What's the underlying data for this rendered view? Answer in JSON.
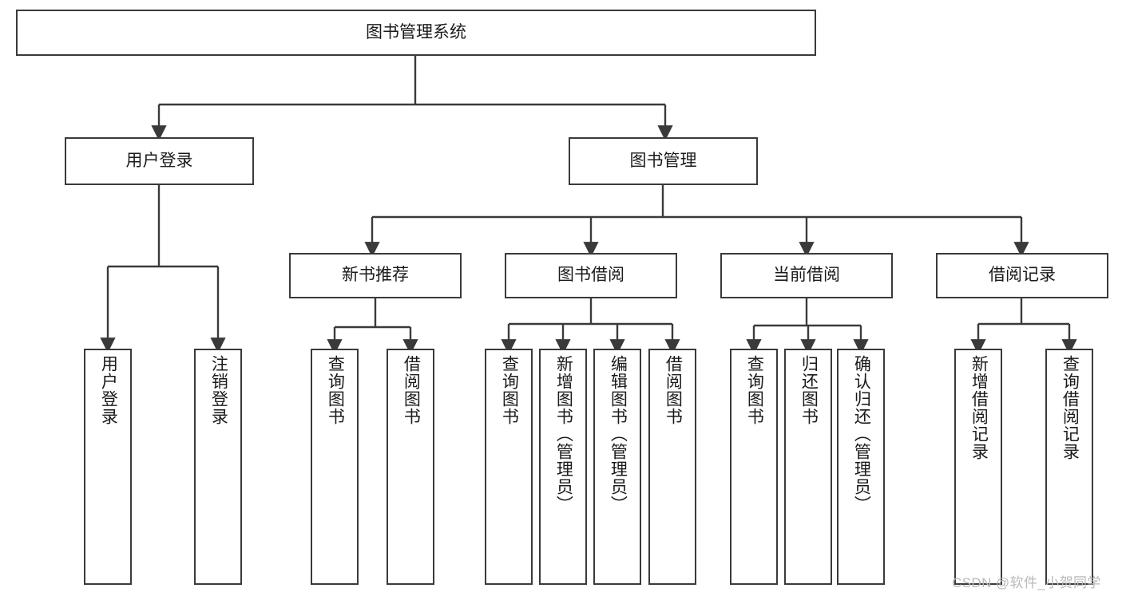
{
  "diagram": {
    "title": "图书管理系统",
    "type": "hierarchy-tree",
    "stroke_color": "#3a3a3a",
    "fill_color": "#ffffff",
    "text_color": "#1a1a1a"
  },
  "root": {
    "label": "图书管理系统"
  },
  "level1": [
    {
      "label": "用户登录"
    },
    {
      "label": "图书管理"
    }
  ],
  "level2": [
    {
      "label": "新书推荐"
    },
    {
      "label": "图书借阅"
    },
    {
      "label": "当前借阅"
    },
    {
      "label": "借阅记录"
    }
  ],
  "leaves": {
    "user_login": [
      {
        "label": "用户登录"
      },
      {
        "label": "注销登录"
      }
    ],
    "new_book_recommend": [
      {
        "label": "查询图书"
      },
      {
        "label": "借阅图书"
      }
    ],
    "book_borrow": [
      {
        "label": "查询图书"
      },
      {
        "label": "新增图书（管理员）"
      },
      {
        "label": "编辑图书（管理员）"
      },
      {
        "label": "借阅图书"
      }
    ],
    "current_borrow": [
      {
        "label": "查询图书"
      },
      {
        "label": "归还图书"
      },
      {
        "label": "确认归还（管理员）"
      }
    ],
    "borrow_record": [
      {
        "label": "新增借阅记录"
      },
      {
        "label": "查询借阅记录"
      }
    ]
  },
  "watermark": {
    "text": "CSDN @软件_小贺同学"
  }
}
